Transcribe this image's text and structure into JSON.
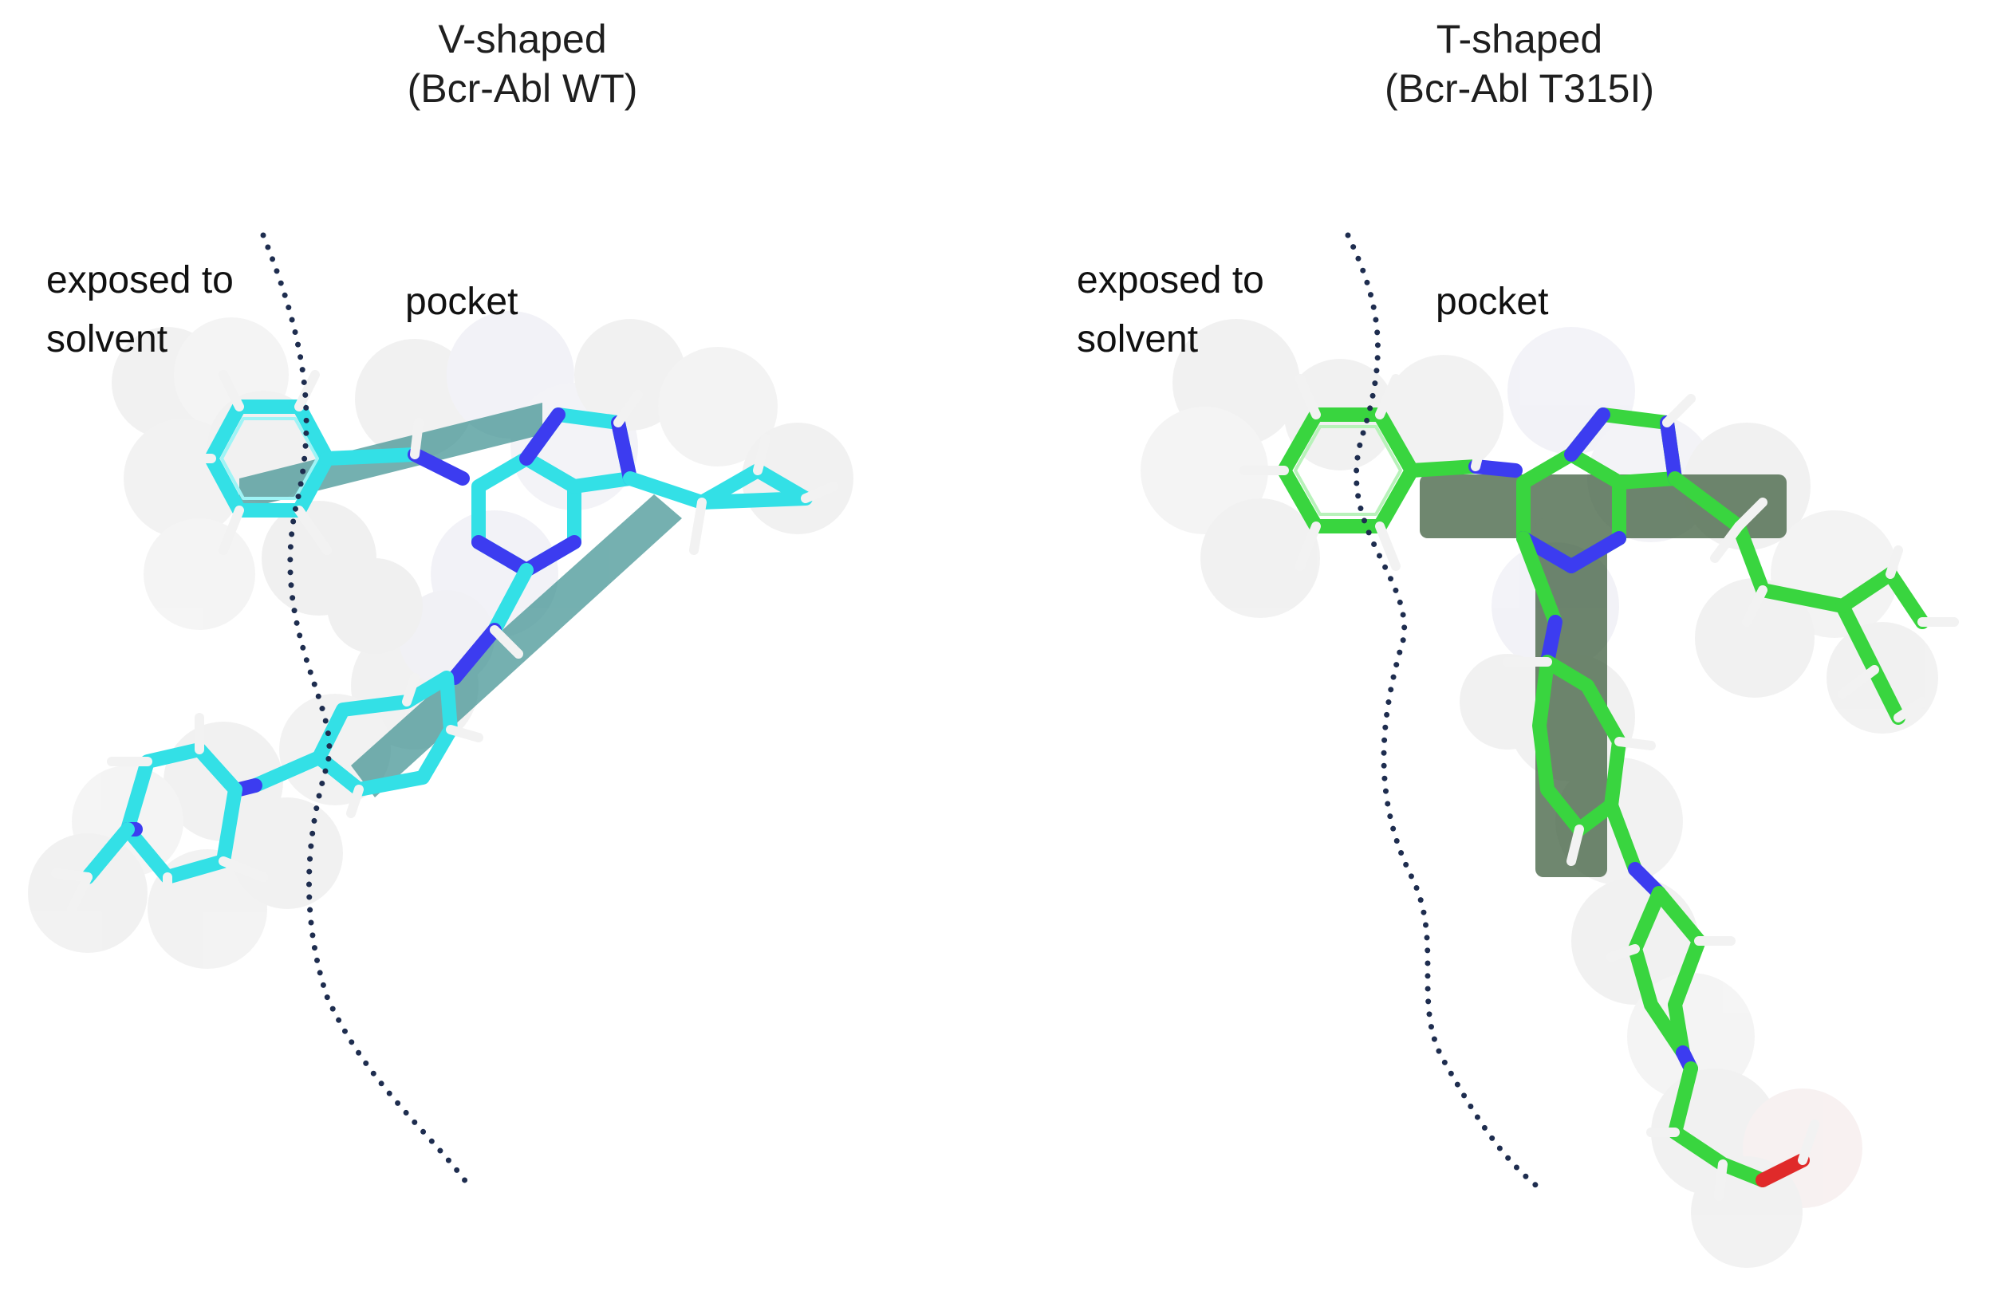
{
  "panels": [
    {
      "title_line1": "V-shaped",
      "title_line2": "(Bcr-Abl WT)",
      "solvent_line1": "exposed to",
      "solvent_line2": "solvent",
      "pocket_label": "pocket",
      "shape": "V",
      "ligand_color": "#33e0e6",
      "overlay_color": "#3a8f8f"
    },
    {
      "title_line1": "T-shaped",
      "title_line2": "(Bcr-Abl T315I)",
      "solvent_line1": "exposed to",
      "solvent_line2": "solvent",
      "pocket_label": "pocket",
      "shape": "T",
      "ligand_color": "#39d53f",
      "overlay_color": "#3f5f3f"
    }
  ],
  "colors": {
    "boundary_dots": "#1e2d4f",
    "nitrogen": "#3c3cf0",
    "oxygen": "#e02a2a",
    "hydrogen": "#f2f2f2",
    "surface": "#dcdcdc"
  }
}
